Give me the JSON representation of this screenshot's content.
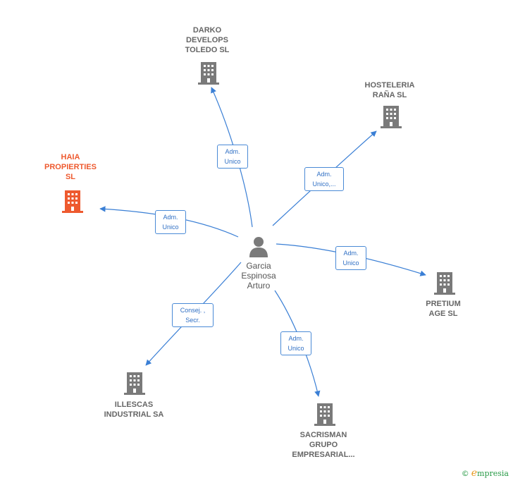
{
  "center": {
    "name": "Garcia\nEspinosa\nArturo"
  },
  "nodes": [
    {
      "id": "darko",
      "label": "DARKO\nDEVELOPS\nTOLEDO  SL",
      "focus": false
    },
    {
      "id": "hosteleria",
      "label": "HOSTELERIA\nRAÑA  SL",
      "focus": false
    },
    {
      "id": "haia",
      "label": "HAIA\nPROPIERTIES\nSL",
      "focus": true
    },
    {
      "id": "pretium",
      "label": "PRETIUM\nAGE  SL",
      "focus": false
    },
    {
      "id": "illescas",
      "label": "ILLESCAS\nINDUSTRIAL SA",
      "focus": false
    },
    {
      "id": "sacrisman",
      "label": "SACRISMAN\nGRUPO\nEMPRESARIAL...",
      "focus": false
    }
  ],
  "edges": [
    {
      "to": "darko",
      "label": "Adm.\nUnico"
    },
    {
      "to": "hosteleria",
      "label": "Adm.\nUnico,..."
    },
    {
      "to": "haia",
      "label": "Adm.\nUnico"
    },
    {
      "to": "pretium",
      "label": "Adm.\nUnico"
    },
    {
      "to": "illescas",
      "label": "Consej. ,\nSecr."
    },
    {
      "to": "sacrisman",
      "label": "Adm.\nUnico"
    }
  ],
  "colors": {
    "edge": "#3a7fd5",
    "building": "#7a7a7a",
    "focus": "#ee5a2f"
  },
  "icons": {
    "company": "building-icon",
    "person": "person-icon"
  },
  "brand": {
    "copyright": "©",
    "initial": "e",
    "rest": "mpresia"
  }
}
